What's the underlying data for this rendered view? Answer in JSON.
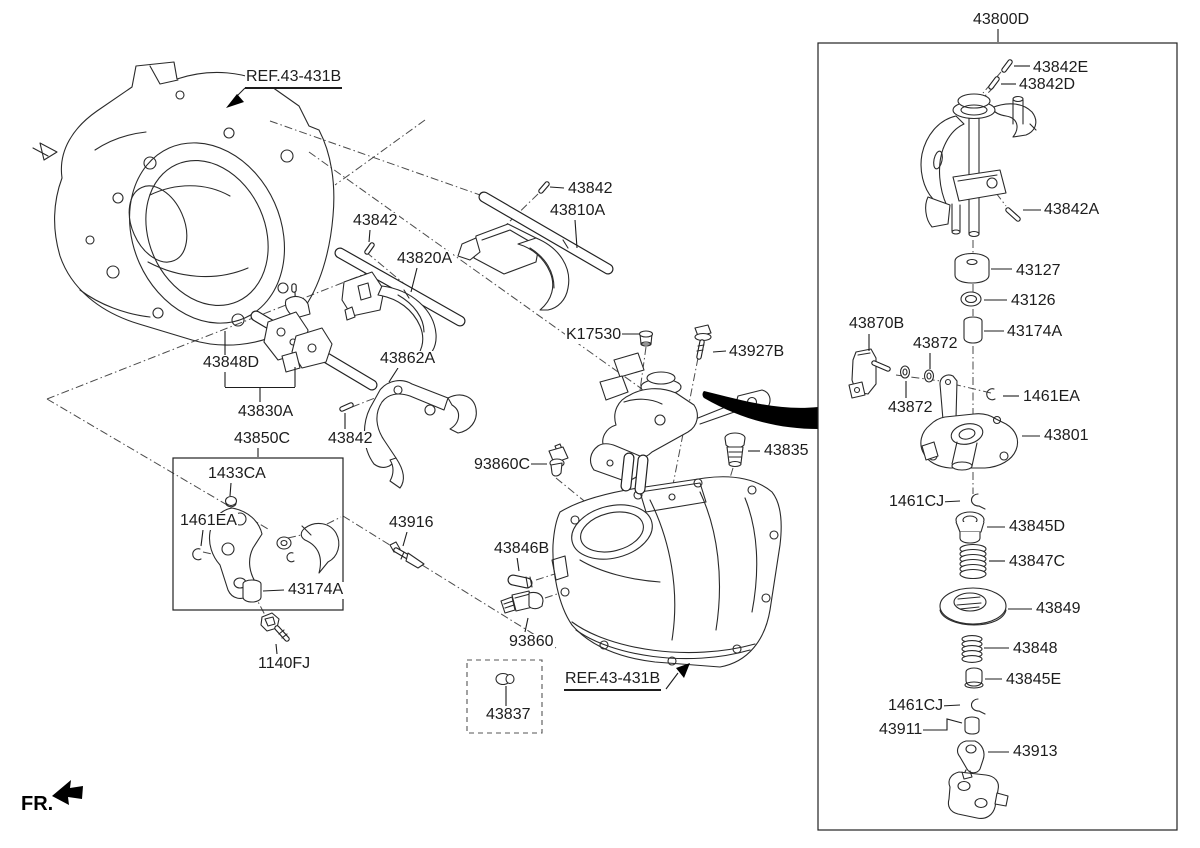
{
  "page": {
    "background": "#ffffff",
    "line_color": "#2a2a2a",
    "dash_line_color": "#4a4a4a",
    "solid_black": "#000000"
  },
  "orientation": {
    "front_label": "FR."
  },
  "references": {
    "top": "REF.43-431B",
    "bottom": "REF.43-431B"
  },
  "assembly_panel": {
    "title": "43800D",
    "labels": [
      "43842E",
      "43842D",
      "43842A",
      "43127",
      "43126",
      "43174A",
      "43870B",
      "43872",
      "43872",
      "1461EA",
      "43801",
      "1461CJ",
      "43845D",
      "43847C",
      "43849",
      "43848",
      "43845E",
      "1461CJ",
      "43911",
      "43913"
    ]
  },
  "main_labels": [
    "43842",
    "43820A",
    "43842",
    "43810A",
    "43848D",
    "43830A",
    "43862A",
    "43842",
    "43850C",
    "1433CA",
    "1461EA",
    "43174A",
    "1140FJ",
    "43916",
    "43846B",
    "93860",
    "93860C",
    "K17530",
    "43927B",
    "43835",
    "43837"
  ]
}
